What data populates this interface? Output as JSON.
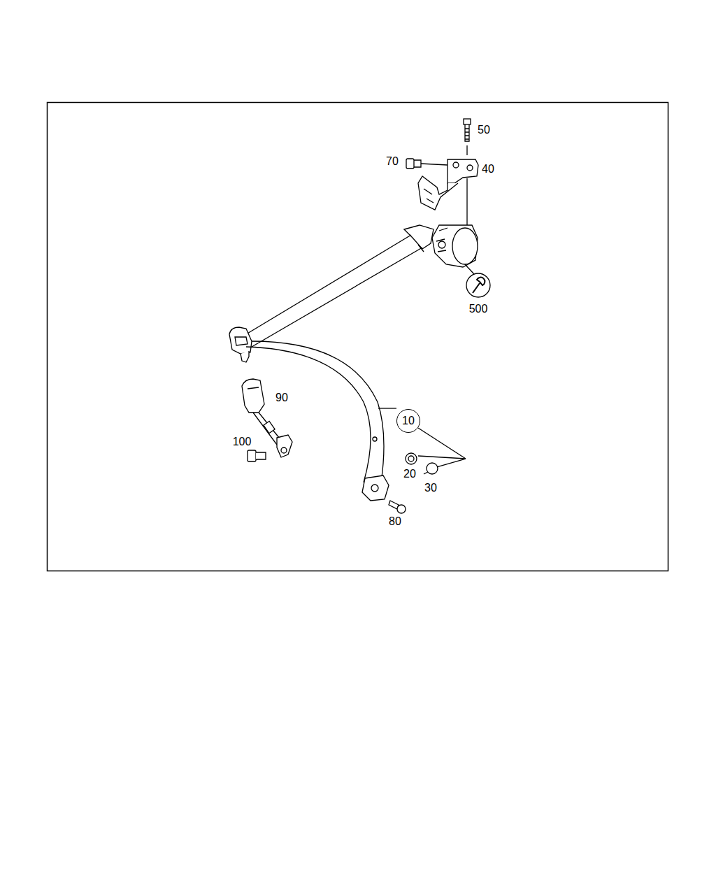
{
  "diagram": {
    "nodes": [
      {
        "text": [
          "10"
        ]
      }
    ],
    "labels": [
      "50",
      "70",
      "40",
      "500",
      "90",
      "100",
      "20",
      "30",
      "80"
    ]
  }
}
